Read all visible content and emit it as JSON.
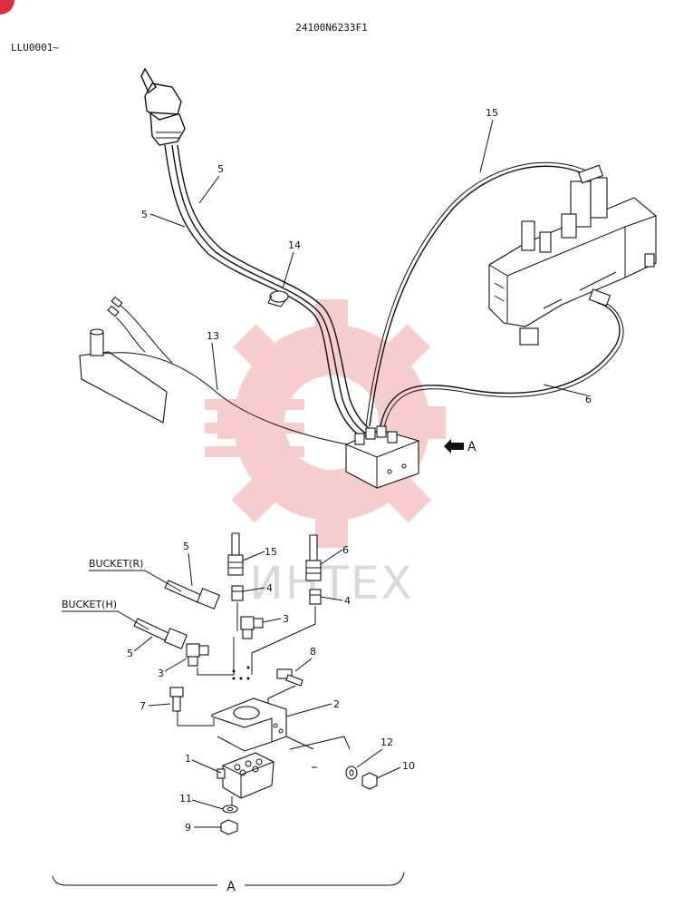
{
  "header": {
    "drawing_number": "24100N6233F1",
    "serial_range": "LLU0001~"
  },
  "view_marker": "A",
  "detail_marker": "A",
  "watermark": {
    "text": "ИНТЕХ",
    "color": "#f4a6a6"
  },
  "callouts": {
    "p1": "1",
    "p2": "2",
    "p3a": "3",
    "p3b": "3",
    "p4a": "4",
    "p4b": "4",
    "p5a": "5",
    "p5b": "5",
    "p5c": "5",
    "p5d": "5",
    "p6a": "6",
    "p6b": "6",
    "p7": "7",
    "p8": "8",
    "p9": "9",
    "p10": "10",
    "p11": "11",
    "p12": "12",
    "p13": "13",
    "p14": "14",
    "p15a": "15",
    "p15b": "15"
  },
  "hose_labels": {
    "bucket_r": "BUCKET(R)",
    "bucket_h": "BUCKET(H)"
  }
}
